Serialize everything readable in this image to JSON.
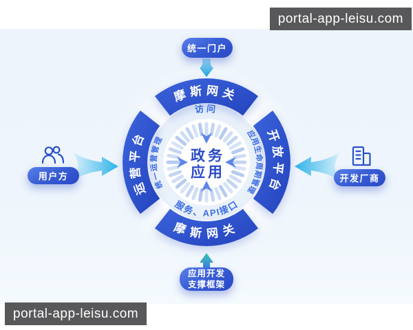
{
  "labels": {
    "site_top": "portal-app-leisu.com",
    "site_bottom": "portal-app-leisu.com"
  },
  "diagram": {
    "center": {
      "line1": "政务",
      "line2": "应用"
    },
    "arcs": {
      "top": "摩斯网关",
      "right": "开放平台",
      "bottom": "摩斯网关",
      "left": "运营平台"
    },
    "inner_labels": {
      "top": "访问",
      "right": "应用生命周期管理",
      "bottom": "服务、API接口",
      "left": "统一运营管理"
    },
    "badges": {
      "top": "统一门户",
      "bottom_line1": "应用开发",
      "bottom_line2": "支撑框架",
      "left": "用户方",
      "right": "开发厂商"
    },
    "icons": {
      "left": "users-icon",
      "right": "vendor-building-icon"
    },
    "colors": {
      "arc_blue": "#2a4fc8",
      "arc_blue_light": "#3c64dc",
      "inner_text_blue": "#3a6be2",
      "center_text_blue": "#2b4ac5",
      "cyan_arrow": "#35b4ea",
      "teal_arrow": "#3cc6ae",
      "panel_bg": "#eef5fb",
      "label_bg": "#58585a",
      "tick_blue": "#c3d5f2"
    }
  }
}
